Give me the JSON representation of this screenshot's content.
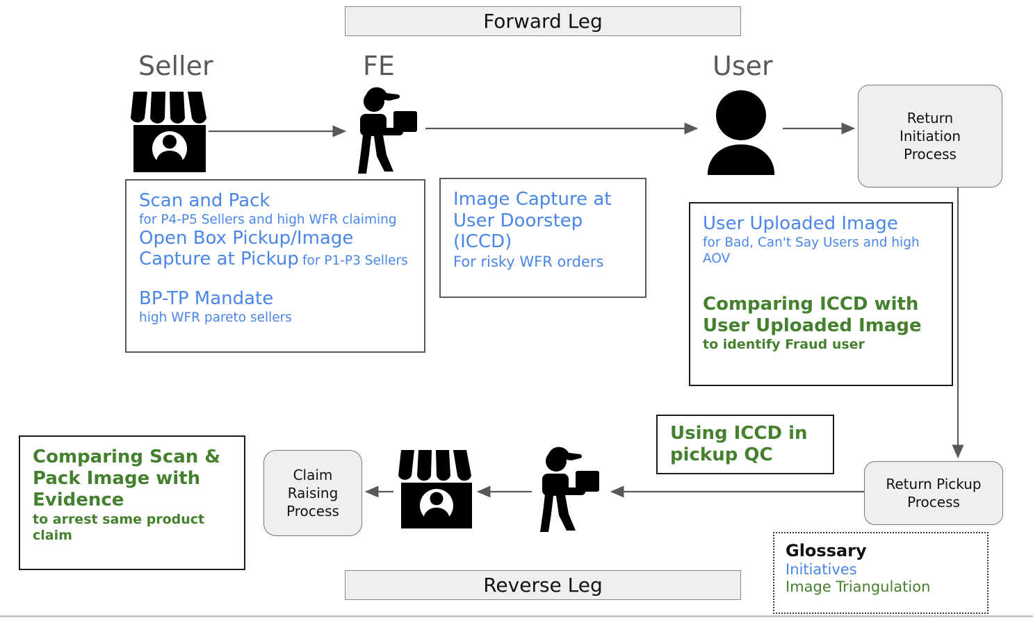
{
  "banners": {
    "forward": "Forward Leg",
    "reverse": "Reverse Leg"
  },
  "actors": {
    "seller": "Seller",
    "fe": "FE",
    "user": "User"
  },
  "icons": {
    "seller_store": "store-icon",
    "field_executive": "delivery-person-icon",
    "user_person": "person-icon",
    "seller_store_bottom": "store-icon",
    "field_executive_bottom": "delivery-person-icon"
  },
  "notes": {
    "seller": {
      "line1_title": "Scan and Pack",
      "line1_sub": "for P4-P5 Sellers and high WFR claiming",
      "line2_title": "Open Box Pickup/Image Capture at Pickup",
      "line2_sub": "for P1-P3 Sellers",
      "line3_title": "BP-TP Mandate",
      "line3_sub": "high WFR pareto sellers"
    },
    "fe": {
      "title": "Image Capture at User Doorstep (ICCD)",
      "sub": "For risky WFR orders"
    },
    "user": {
      "title": "User Uploaded Image",
      "sub": "for Bad, Can't Say Users and high AOV",
      "green_title": "Comparing ICCD with User Uploaded Image",
      "green_sub": "to identify Fraud user"
    },
    "iccd_qc": {
      "title": "Using ICCD in pickup QC"
    },
    "scanpack_evidence": {
      "title": "Comparing Scan & Pack Image with Evidence",
      "sub": "to arrest same product claim"
    }
  },
  "processes": {
    "return_initiation": "Return Initiation Process",
    "return_initiation_lines": [
      "Return",
      "Initiation",
      "Process"
    ],
    "return_pickup": "Return Pickup Process",
    "return_pickup_lines": [
      "Return Pickup",
      "Process"
    ],
    "claim_raising": "Claim Raising Process",
    "claim_raising_lines": [
      "Claim",
      "Raising",
      "Process"
    ]
  },
  "glossary": {
    "title": "Glossary",
    "items": [
      {
        "label": "Initiatives",
        "color": "#4a86e8"
      },
      {
        "label": "Image Triangulation",
        "color": "#45802e"
      }
    ]
  },
  "colors": {
    "initiative_blue": "#4a86e8",
    "triangulation_green": "#45802e",
    "banner_fill": "#efefef",
    "banner_border": "#888888",
    "process_fill": "#efefef",
    "process_border": "#777777",
    "arrow": "#595959",
    "actor_label": "#595959"
  }
}
